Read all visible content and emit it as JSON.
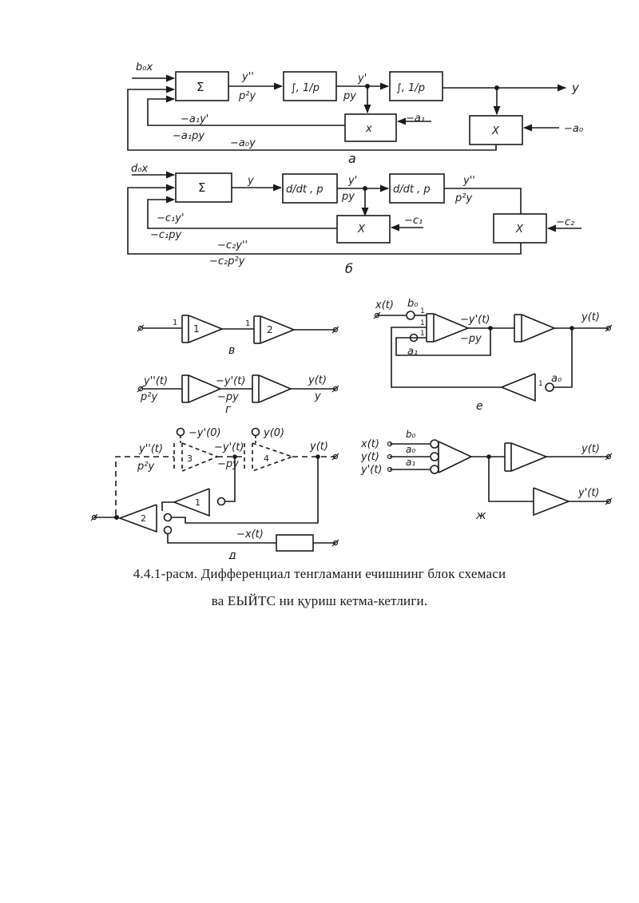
{
  "diagram_a": {
    "input": "b₀x",
    "sum": "Σ",
    "int1": "∫, 1/p",
    "int2": "∫, 1/p",
    "sig_y2": "y''",
    "sig_p2y": "p²y",
    "sig_y1": "y'",
    "sig_py": "py",
    "out": "y",
    "mul1": "x",
    "mul2": "X",
    "coef1": "−a₁",
    "coef0": "−a₀",
    "fb1a": "−a₁y'",
    "fb1b": "−a₁py",
    "fb0": "−a₀y",
    "label": "a"
  },
  "diagram_b": {
    "input": "d₀x",
    "sum": "Σ",
    "sig_y": "y",
    "diff1": "d/dt , p",
    "diff2": "d/dt , p",
    "sig_y1": "y'",
    "sig_py": "py",
    "sig_y2": "y''",
    "sig_p2y": "p²y",
    "mul1": "X",
    "mul2": "X",
    "coef1": "−c₁",
    "coef2": "−c₂",
    "fb1a": "−c₁y'",
    "fb1b": "−c₁py",
    "fb2a": "−c₂y''",
    "fb2b": "−c₂p²y",
    "label": "б"
  },
  "diagram_v": {
    "amp1": "1",
    "amp2": "2",
    "in1": "1",
    "in2": "1",
    "label": "в"
  },
  "diagram_g": {
    "in_top": "y''(t)",
    "in_bot": "p²y",
    "mid_top": "−y'(t)",
    "mid_bot": "−py",
    "out_top": "y(t)",
    "out_bot": "y",
    "label": "г"
  },
  "diagram_d": {
    "ic1": "−y'(0)",
    "ic2": "y(0)",
    "in_top": "y''(t)",
    "in_bot": "p²y",
    "mid_top": "−y'(t)",
    "mid_bot": "−py",
    "out": "y(t)",
    "amp3": "3",
    "amp4": "4",
    "amp1": "1",
    "amp2": "2",
    "x_in": "−x(t)",
    "label": "д"
  },
  "diagram_e": {
    "x_in": "x(t)",
    "b0": "b₀",
    "a1": "a₁",
    "a0": "a₀",
    "mid_top": "−y'(t)",
    "mid_bot": "−py",
    "out": "y(t)",
    "n1": "1",
    "n2": "1",
    "n3": "1",
    "n4": "1",
    "label": "е"
  },
  "diagram_zh": {
    "in1": "x(t)",
    "in2": "y(t)",
    "in3": "y'(t)",
    "b0": "b₀",
    "a0": "a₀",
    "a1": "a₁",
    "out1": "y(t)",
    "out2": "y'(t)",
    "label": "ж"
  },
  "caption": {
    "line1": "4.4.1-расм.  Дифференциал  тенгламани  ечишнинг  блок  схемаси",
    "line2": "ва ЕЫЙТС ни қуриш кетма-кетлиги."
  }
}
